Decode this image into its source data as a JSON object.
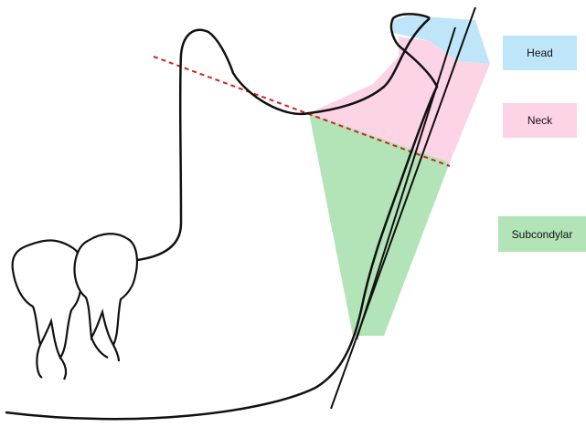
{
  "regions": {
    "head": {
      "label": "Head",
      "color": "#bfe6f8"
    },
    "neck": {
      "label": "Neck",
      "color": "#fdd3e6"
    },
    "subcondylar": {
      "label": "Subcondylar",
      "color": "#b3e4b8"
    }
  },
  "style": {
    "outline_color": "#111111",
    "reference_line_color": "#d62020"
  }
}
